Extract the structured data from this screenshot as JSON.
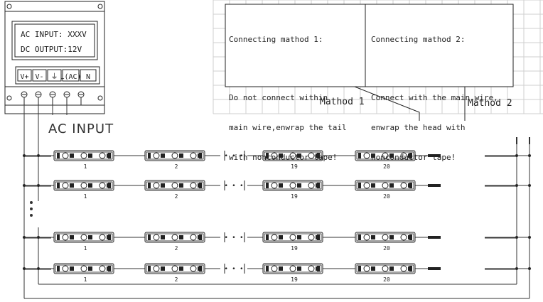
{
  "psu": {
    "ac_input": "AC INPUT: XXXV",
    "dc_output": "DC OUTPUT:12V",
    "terminals": [
      "V+",
      "V-",
      "⏚",
      "L(AC)",
      "N"
    ],
    "input_label": "AC INPUT"
  },
  "method1": {
    "title": "Connecting mathod 1:",
    "lines": [
      "Do not connect within",
      "main wire,enwrap the tail",
      "with nonconductor tape!"
    ],
    "label": "Mathod 1"
  },
  "method2": {
    "title": "Connecting mathod 2:",
    "lines": [
      "Connect with the main wire,",
      "enwrap the head with",
      "nonconductor tape!"
    ],
    "label": "Mathod 2"
  },
  "module_numbers": [
    "1",
    "2",
    "19",
    "20"
  ],
  "ellipsis": "• • •",
  "colors": {
    "line": "#222222",
    "grid": "#c8c8c8",
    "wire": "#555555"
  }
}
